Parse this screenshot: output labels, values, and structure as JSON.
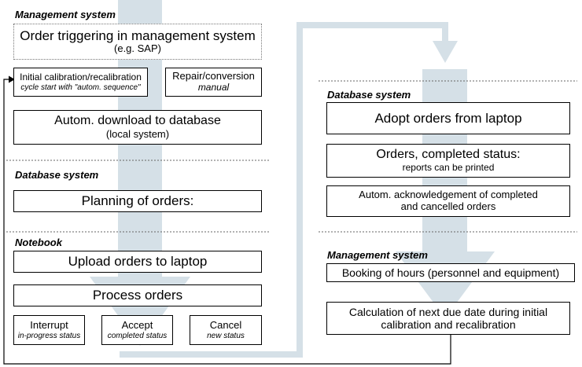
{
  "left": {
    "mgmt_header": "Management system",
    "trigger": {
      "line1": "Order triggering in management system",
      "line2": "(e.g. SAP)"
    },
    "calibration": {
      "title": "Initial calibration/recalibration",
      "sub": "cycle start with \"autom. sequence\""
    },
    "repair": {
      "title": "Repair/conversion",
      "sub": "manual"
    },
    "download": {
      "line1": "Autom. download to database",
      "line2": "(local system)"
    },
    "db_header": "Database system",
    "planning": "Planning of orders:",
    "nb_header": "Notebook",
    "upload": "Upload orders to laptop",
    "process": "Process orders",
    "interrupt": {
      "title": "Interrupt",
      "sub": "in-progress status"
    },
    "accept": {
      "title": "Accept",
      "sub": "completed status"
    },
    "cancel": {
      "title": "Cancel",
      "sub": "new status"
    }
  },
  "right": {
    "db_header": "Database system",
    "adopt": "Adopt orders from laptop",
    "completed": {
      "line1": "Orders, completed status:",
      "line2": "reports can be printed"
    },
    "acknowledge": {
      "line1": "Autom. acknowledgement of completed",
      "line2": "and cancelled orders"
    },
    "mgmt_header": "Management system",
    "booking": "Booking of hours (personnel and equipment)",
    "calculation": {
      "line1": "Calculation of next due date during initial",
      "line2": "calibration and recalibration"
    }
  },
  "colors": {
    "flow_arrow": "#d5e0e7",
    "box_border": "#000000",
    "separator": "#666666"
  }
}
